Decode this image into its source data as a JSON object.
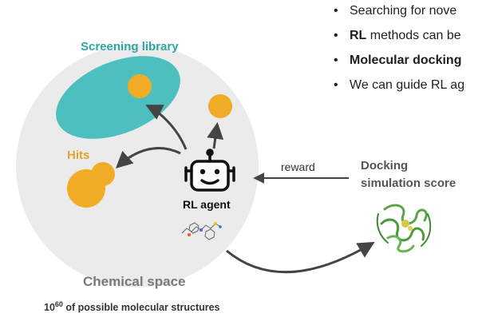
{
  "bullets": [
    {
      "bullet": "•",
      "bold": "",
      "rest": "Searching for nove"
    },
    {
      "bullet": "•",
      "bold": "RL",
      "rest": " methods can be"
    },
    {
      "bullet": "•",
      "bold": "Molecular docking",
      "rest": ""
    },
    {
      "bullet": "•",
      "bold": "",
      "rest": "We can guide RL ag"
    }
  ],
  "labels": {
    "screening_library": "Screening library",
    "hits": "Hits",
    "rl_agent": "RL agent",
    "reward": "reward",
    "docking_line1": "Docking",
    "docking_line2": "simulation score",
    "chemical_space": "Chemical space",
    "possible_base": "10",
    "possible_exp": "60",
    "possible_rest": " of possible molecular structures"
  },
  "colors": {
    "space_bg": "#ebebeb",
    "library": "#4dbfbf",
    "hit": "#f0ac27",
    "arrow": "#444444",
    "protein": "#5aa54a"
  },
  "icons": [
    "robot-icon",
    "molecule-icon",
    "protein-icon"
  ]
}
